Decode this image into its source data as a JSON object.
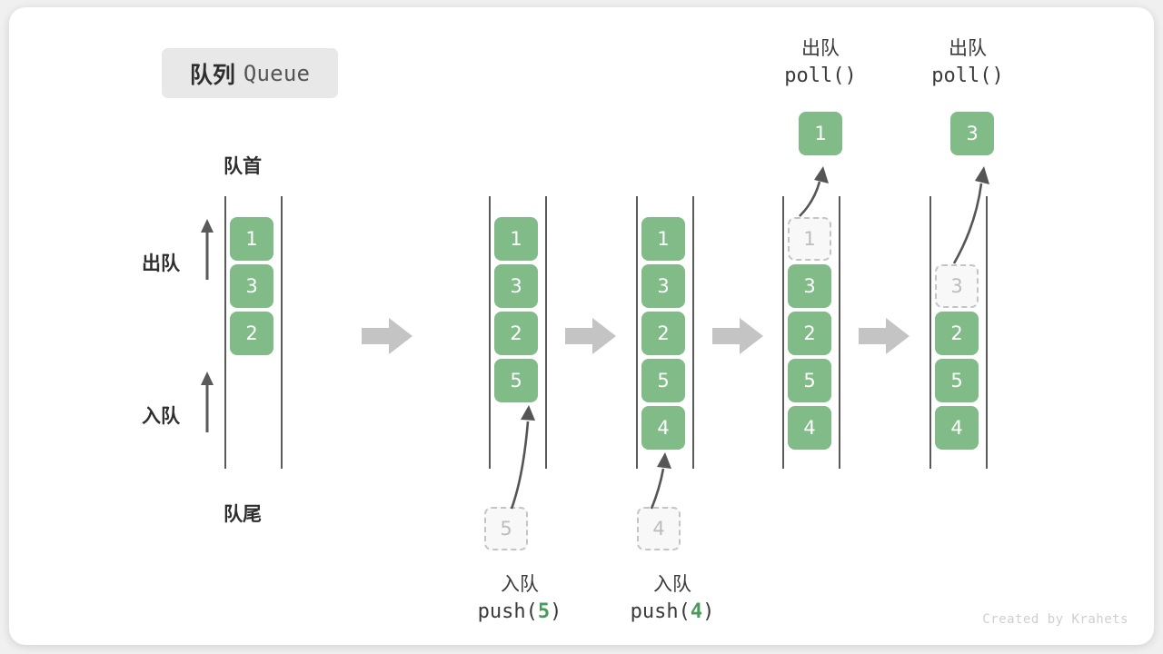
{
  "title": {
    "cn": "队列",
    "en": "Queue"
  },
  "labels": {
    "head": "队首",
    "tail": "队尾",
    "dequeue_side": "出队",
    "enqueue_side": "入队"
  },
  "watermark": "Created by Krahets",
  "colors": {
    "cell_fill": "#80bb88",
    "cell_text": "#ffffff",
    "ghost_border": "#c4c4c4",
    "ghost_text": "#bcbcbc",
    "rail": "#5a5a5a",
    "block_arrow": "#c4c4c4",
    "motion_arrow": "#555555",
    "accent_arg": "#4a9a5c",
    "card_bg": "#ffffff",
    "page_bg": "#f0f0f0",
    "pill_bg": "#e8e8e8"
  },
  "operations": {
    "push5": {
      "cn": "入队",
      "fn_open": "push(",
      "arg": "5",
      "fn_close": ")"
    },
    "push4": {
      "cn": "入队",
      "fn_open": "push(",
      "arg": "4",
      "fn_close": ")"
    },
    "poll1": {
      "cn": "出队",
      "code": "poll()"
    },
    "poll2": {
      "cn": "出队",
      "code": "poll()"
    }
  },
  "columns": [
    {
      "id": "initial",
      "cells": [
        {
          "value": "1",
          "state": "filled"
        },
        {
          "value": "3",
          "state": "filled"
        },
        {
          "value": "2",
          "state": "filled"
        }
      ],
      "incoming": null,
      "outgoing": null
    },
    {
      "id": "after-push-5",
      "cells": [
        {
          "value": "1",
          "state": "filled"
        },
        {
          "value": "3",
          "state": "filled"
        },
        {
          "value": "2",
          "state": "filled"
        },
        {
          "value": "5",
          "state": "filled"
        }
      ],
      "incoming": {
        "value": "5",
        "state": "ghost"
      },
      "outgoing": null
    },
    {
      "id": "after-push-4",
      "cells": [
        {
          "value": "1",
          "state": "filled"
        },
        {
          "value": "3",
          "state": "filled"
        },
        {
          "value": "2",
          "state": "filled"
        },
        {
          "value": "5",
          "state": "filled"
        },
        {
          "value": "4",
          "state": "filled"
        }
      ],
      "incoming": {
        "value": "4",
        "state": "ghost"
      },
      "outgoing": null
    },
    {
      "id": "after-poll-1",
      "cells": [
        {
          "value": "1",
          "state": "ghost"
        },
        {
          "value": "3",
          "state": "filled"
        },
        {
          "value": "2",
          "state": "filled"
        },
        {
          "value": "5",
          "state": "filled"
        },
        {
          "value": "4",
          "state": "filled"
        }
      ],
      "incoming": null,
      "outgoing": {
        "value": "1",
        "state": "filled"
      }
    },
    {
      "id": "after-poll-3",
      "cells": [
        {
          "value": "",
          "state": "empty"
        },
        {
          "value": "3",
          "state": "ghost"
        },
        {
          "value": "2",
          "state": "filled"
        },
        {
          "value": "5",
          "state": "filled"
        },
        {
          "value": "4",
          "state": "filled"
        }
      ],
      "incoming": null,
      "outgoing": {
        "value": "3",
        "state": "filled"
      }
    }
  ]
}
